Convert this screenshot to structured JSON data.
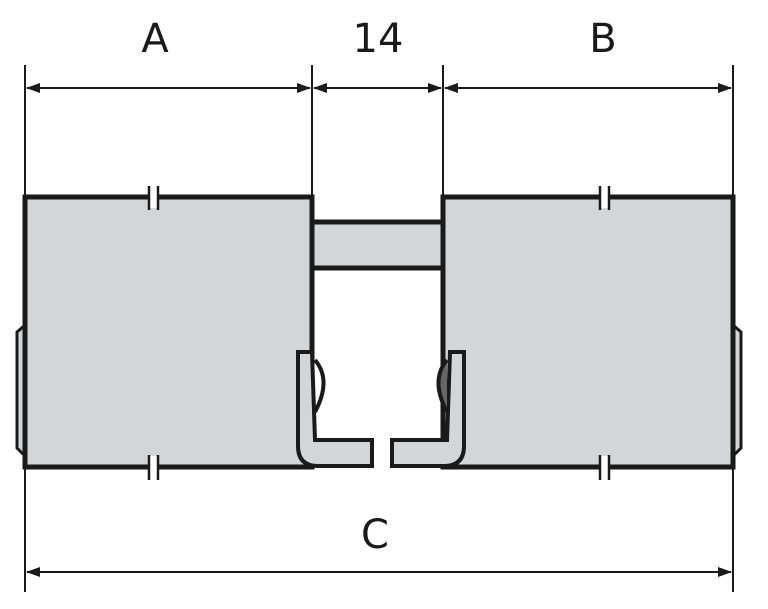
{
  "diagram": {
    "labels": {
      "a": "A",
      "center": "14",
      "b": "B",
      "c": "C"
    },
    "colors": {
      "fill": "#d4d5d6",
      "stroke": "#1a1a1a"
    }
  }
}
